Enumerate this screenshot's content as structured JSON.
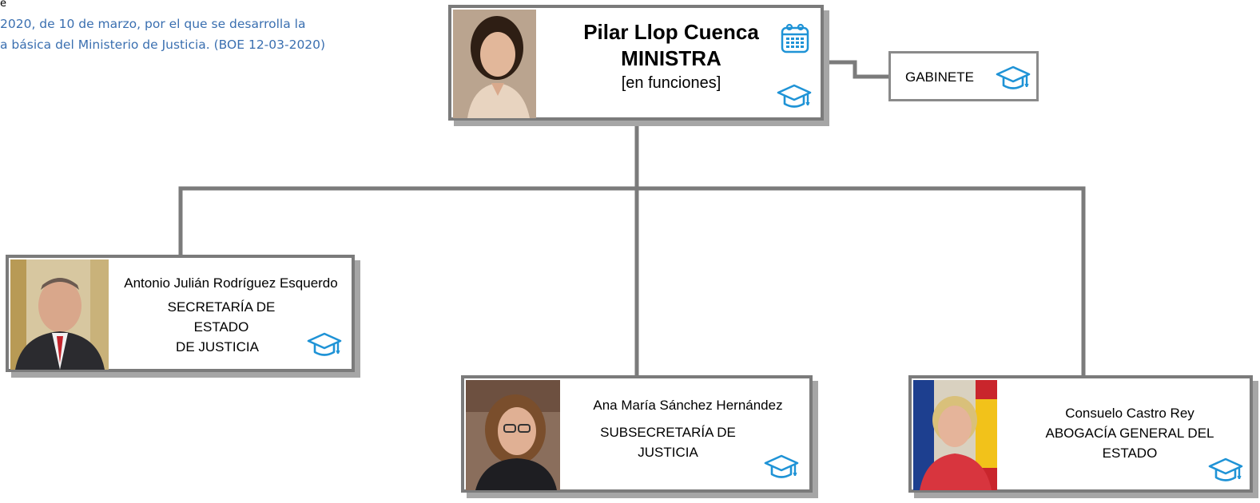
{
  "header_cut": {
    "letter": "e",
    "line1": "2020, de 10 de marzo, por el que se desarrolla la",
    "line2": "a básica del Ministerio de Justicia.  (BOE 12-03-2020)"
  },
  "minister": {
    "name": "Pilar Llop Cuenca",
    "role": "MINISTRA",
    "status": "[en funciones]"
  },
  "gabinete": {
    "label": "GABINETE"
  },
  "sec_estado": {
    "name": "Antonio Julián Rodríguez Esquerdo",
    "role_lines": [
      "SECRETARÍA DE",
      "ESTADO",
      "DE JUSTICIA"
    ]
  },
  "subsecretaria": {
    "name": "Ana María Sánchez Hernández",
    "role_lines": [
      "SUBSECRETARÍA  DE",
      "JUSTICIA"
    ]
  },
  "abogacia": {
    "name": "Consuelo Castro Rey",
    "role_lines": [
      "ABOGACÍA GENERAL DEL",
      "ESTADO"
    ]
  },
  "icons": {
    "education": "graduation-cap-icon",
    "calendar": "calendar-icon"
  },
  "colors": {
    "connector": "#7b7b7b",
    "icon": "#1f93d6",
    "header_text": "#3a6fb0"
  }
}
